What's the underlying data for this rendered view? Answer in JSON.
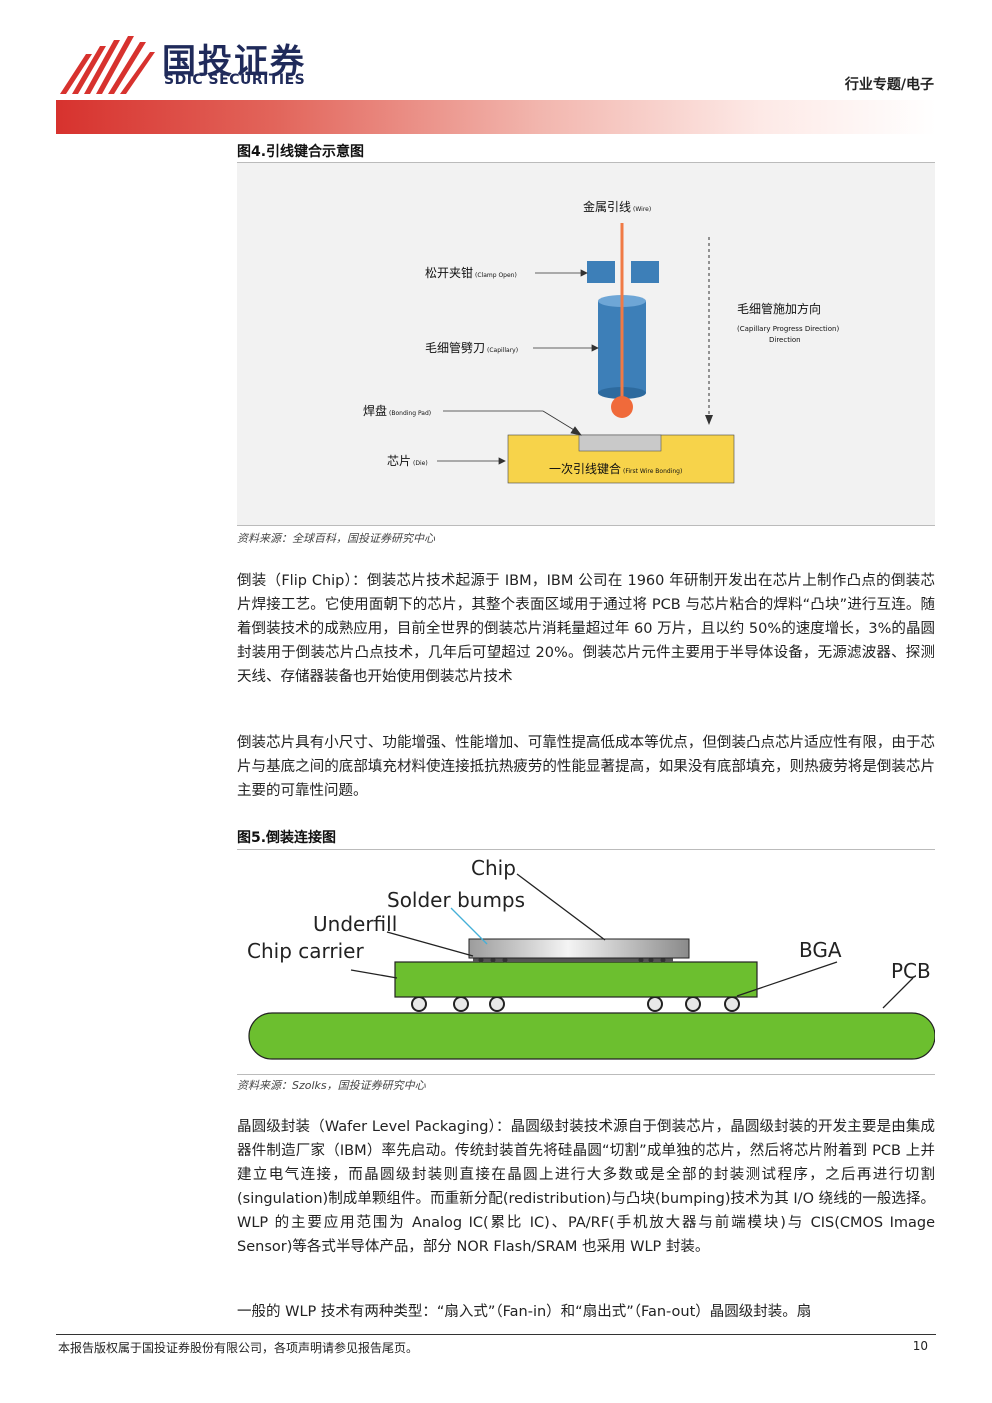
{
  "header": {
    "logo_cn": "国投证券",
    "logo_en": "SDIC SECURITIES",
    "category": "行业专题/电子"
  },
  "figure4": {
    "title": "图4.引线键合示意图",
    "labels": {
      "wire": "金属引线",
      "wire_en": "(Wire)",
      "clamp": "松开夹钳",
      "clamp_en": "(Clamp Open)",
      "capillary": "毛细管劈刀",
      "capillary_en": "(Capillary)",
      "pad": "焊盘",
      "pad_en": "(Bonding Pad)",
      "die": "芯片",
      "die_en": "(Die)",
      "first_bond": "一次引线键合",
      "first_bond_en": "(First Wire Bonding)",
      "direction": "毛细管施加方向",
      "direction_en": "(Capillary Progress Direction)",
      "direction_en2": "Direction"
    },
    "source": "资料来源：全球百科，国投证券研究中心"
  },
  "paragraphs": {
    "p1": "倒装（Flip Chip）：倒装芯片技术起源于 IBM，IBM 公司在 1960 年研制开发出在芯片上制作凸点的倒装芯片焊接工艺。它使用面朝下的芯片，其整个表面区域用于通过将 PCB 与芯片粘合的焊料“凸块”进行互连。随着倒装技术的成熟应用，目前全世界的倒装芯片消耗量超过年 60 万片，且以约 50%的速度增长，3%的晶圆封装用于倒装芯片凸点技术，几年后可望超过 20%。倒装芯片元件主要用于半导体设备，无源滤波器、探测天线、存储器装备也开始使用倒装芯片技术",
    "p2": "倒装芯片具有小尺寸、功能增强、性能增加、可靠性提高低成本等优点，但倒装凸点芯片适应性有限，由于芯片与基底之间的底部填充材料使连接抵抗热疲劳的性能显著提高，如果没有底部填充，则热疲劳将是倒装芯片主要的可靠性问题。",
    "p3": "晶圆级封装（Wafer Level Packaging）：晶圆级封装技术源自于倒装芯片，晶圆级封装的开发主要是由集成器件制造厂家（IBM）率先启动。传统封装首先将硅晶圆“切割”成单独的芯片，然后将芯片附着到 PCB 上并建立电气连接，而晶圆级封装则直接在晶圆上进行大多数或是全部的封装测试程序，之后再进行切割(singulation)制成单颗组件。而重新分配(redistribution)与凸块(bumping)技术为其 I/O 绕线的一般选择。WLP 的主要应用范围为 Analog IC(累比 IC)、PA/RF(手机放大器与前端模块)与 CIS(CMOS Image Sensor)等各式半导体产品，部分 NOR Flash/SRAM 也采用 WLP 封装。",
    "p4": "一般的 WLP 技术有两种类型：“扇入式”（Fan-in）和“扇出式”（Fan-out）晶圆级封装。扇"
  },
  "figure5": {
    "title": "图5.倒装连接图",
    "labels": {
      "chip": "Chip",
      "solder": "Solder bumps",
      "underfill": "Underfill",
      "carrier": "Chip carrier",
      "bga": "BGA",
      "pcb": "PCB"
    },
    "source": "资料来源：Szolks，国投证券研究中心"
  },
  "footer": {
    "disclaimer": "本报告版权属于国投证券股份有限公司，各项声明请参见报告尾页。",
    "page": "10"
  },
  "colors": {
    "brand_red": "#d7322e",
    "brand_navy": "#1f2a5a",
    "pcb_green": "#6cbf2f",
    "capillary_blue": "#3d7fb8",
    "die_yellow": "#f7d34a"
  }
}
